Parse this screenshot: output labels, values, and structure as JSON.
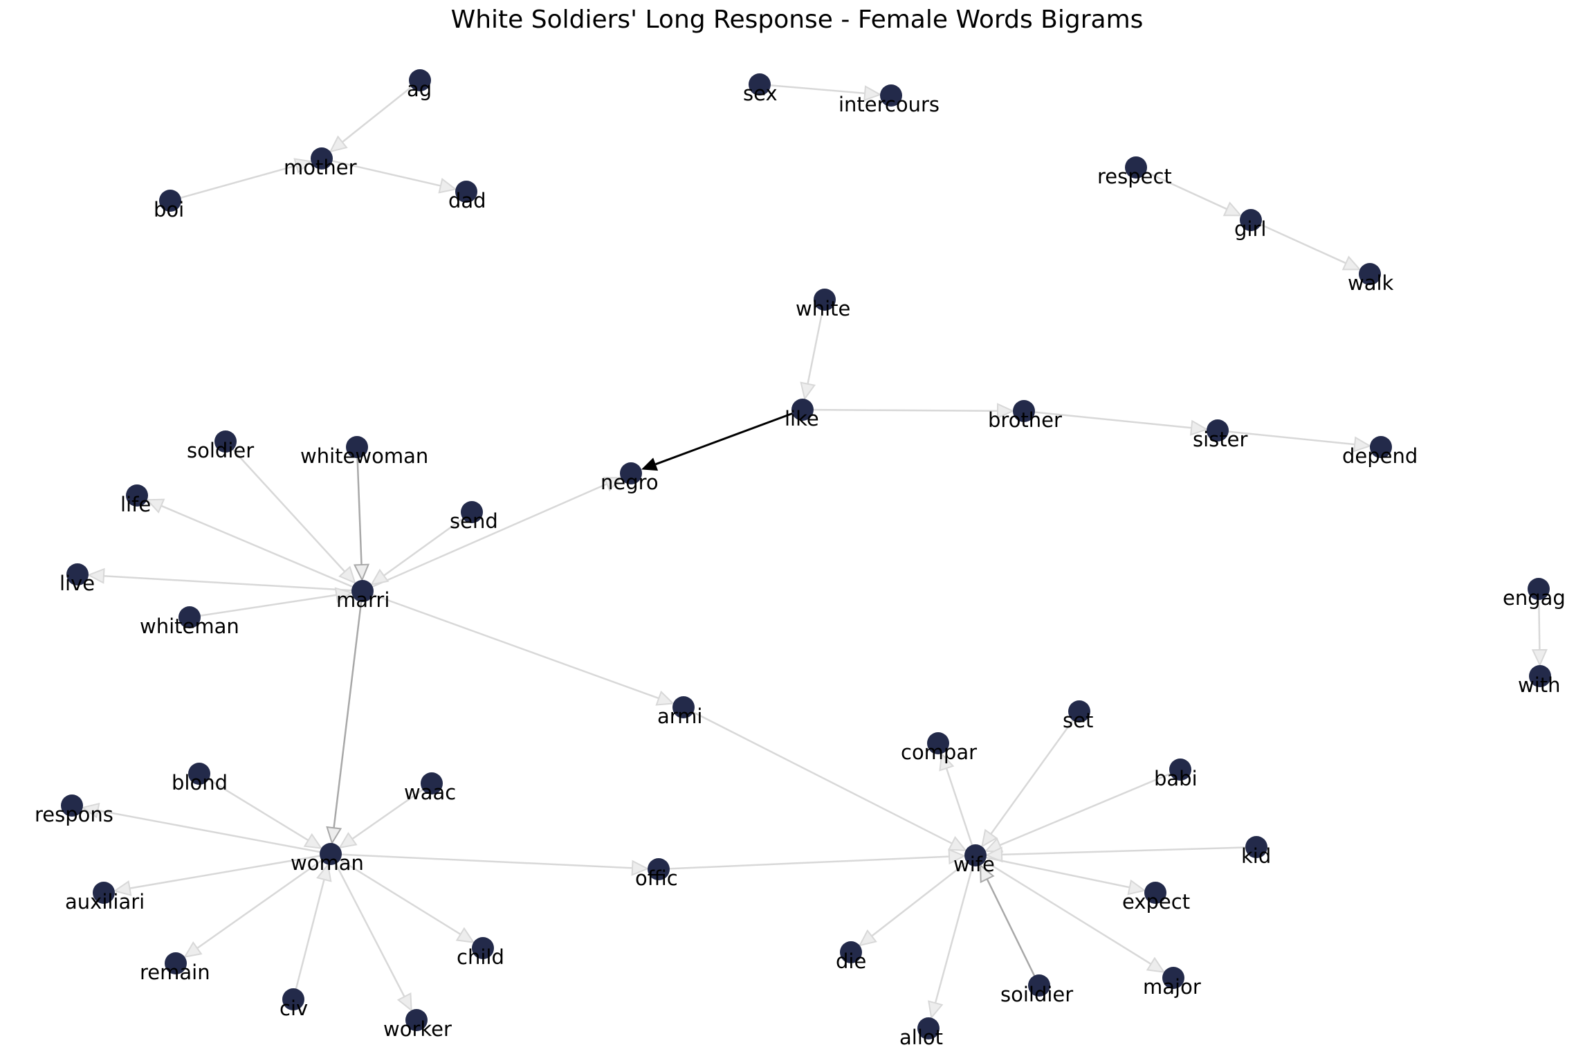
{
  "title": "White Soldiers' Long Response - Female Words Bigrams",
  "colors": {
    "node_fill": "#232a4a",
    "edge_light": "#d8d8d8",
    "edge_medium": "#a8a8a8",
    "edge_strong": "#000000",
    "label": "#000000",
    "background": "#ffffff"
  },
  "nodes": [
    {
      "id": "ag",
      "label": "ag"
    },
    {
      "id": "mother",
      "label": "mother"
    },
    {
      "id": "boi",
      "label": "boi"
    },
    {
      "id": "dad",
      "label": "dad"
    },
    {
      "id": "sex",
      "label": "sex"
    },
    {
      "id": "intercours",
      "label": "intercours"
    },
    {
      "id": "respect",
      "label": "respect"
    },
    {
      "id": "girl",
      "label": "girl"
    },
    {
      "id": "walk",
      "label": "walk"
    },
    {
      "id": "white",
      "label": "white"
    },
    {
      "id": "like",
      "label": "like"
    },
    {
      "id": "brother",
      "label": "brother"
    },
    {
      "id": "sister",
      "label": "sister"
    },
    {
      "id": "depend",
      "label": "depend"
    },
    {
      "id": "negro",
      "label": "negro"
    },
    {
      "id": "soldier",
      "label": "soldier"
    },
    {
      "id": "whitewoman",
      "label": "whitewoman"
    },
    {
      "id": "life",
      "label": "life"
    },
    {
      "id": "send",
      "label": "send"
    },
    {
      "id": "live",
      "label": "live"
    },
    {
      "id": "marri",
      "label": "marri"
    },
    {
      "id": "whiteman",
      "label": "whiteman"
    },
    {
      "id": "engag",
      "label": "engag"
    },
    {
      "id": "with",
      "label": "with"
    },
    {
      "id": "armi",
      "label": "armi"
    },
    {
      "id": "set",
      "label": "set"
    },
    {
      "id": "compar",
      "label": "compar"
    },
    {
      "id": "babi",
      "label": "babi"
    },
    {
      "id": "blond",
      "label": "blond"
    },
    {
      "id": "waac",
      "label": "waac"
    },
    {
      "id": "respons",
      "label": "respons"
    },
    {
      "id": "kid",
      "label": "kid"
    },
    {
      "id": "woman",
      "label": "woman"
    },
    {
      "id": "wife",
      "label": "wife"
    },
    {
      "id": "offic",
      "label": "offic"
    },
    {
      "id": "expect",
      "label": "expect"
    },
    {
      "id": "auxiliari",
      "label": "auxiliari"
    },
    {
      "id": "child",
      "label": "child"
    },
    {
      "id": "die",
      "label": "die"
    },
    {
      "id": "remain",
      "label": "remain"
    },
    {
      "id": "major",
      "label": "major"
    },
    {
      "id": "soildier",
      "label": "soildier"
    },
    {
      "id": "civ",
      "label": "civ"
    },
    {
      "id": "worker",
      "label": "worker"
    },
    {
      "id": "allot",
      "label": "allot"
    }
  ],
  "edges": [
    {
      "from": "ag",
      "to": "mother",
      "weight": "light"
    },
    {
      "from": "boi",
      "to": "mother",
      "weight": "light"
    },
    {
      "from": "mother",
      "to": "dad",
      "weight": "light"
    },
    {
      "from": "sex",
      "to": "intercours",
      "weight": "light"
    },
    {
      "from": "respect",
      "to": "girl",
      "weight": "light"
    },
    {
      "from": "girl",
      "to": "walk",
      "weight": "light"
    },
    {
      "from": "white",
      "to": "like",
      "weight": "light"
    },
    {
      "from": "like",
      "to": "brother",
      "weight": "light"
    },
    {
      "from": "brother",
      "to": "sister",
      "weight": "light"
    },
    {
      "from": "sister",
      "to": "depend",
      "weight": "light"
    },
    {
      "from": "like",
      "to": "negro",
      "weight": "strong"
    },
    {
      "from": "marri",
      "to": "negro",
      "weight": "light"
    },
    {
      "from": "soldier",
      "to": "marri",
      "weight": "light"
    },
    {
      "from": "whitewoman",
      "to": "marri",
      "weight": "medium"
    },
    {
      "from": "send",
      "to": "marri",
      "weight": "light"
    },
    {
      "from": "marri",
      "to": "life",
      "weight": "light"
    },
    {
      "from": "marri",
      "to": "live",
      "weight": "light"
    },
    {
      "from": "whiteman",
      "to": "marri",
      "weight": "light"
    },
    {
      "from": "marri",
      "to": "armi",
      "weight": "light"
    },
    {
      "from": "marri",
      "to": "woman",
      "weight": "medium"
    },
    {
      "from": "engag",
      "to": "with",
      "weight": "light"
    },
    {
      "from": "armi",
      "to": "wife",
      "weight": "light"
    },
    {
      "from": "blond",
      "to": "woman",
      "weight": "light"
    },
    {
      "from": "waac",
      "to": "woman",
      "weight": "light"
    },
    {
      "from": "woman",
      "to": "respons",
      "weight": "light"
    },
    {
      "from": "woman",
      "to": "auxiliari",
      "weight": "light"
    },
    {
      "from": "woman",
      "to": "remain",
      "weight": "light"
    },
    {
      "from": "civ",
      "to": "woman",
      "weight": "light"
    },
    {
      "from": "woman",
      "to": "worker",
      "weight": "light"
    },
    {
      "from": "woman",
      "to": "child",
      "weight": "light"
    },
    {
      "from": "woman",
      "to": "offic",
      "weight": "light"
    },
    {
      "from": "offic",
      "to": "wife",
      "weight": "light"
    },
    {
      "from": "wife",
      "to": "compar",
      "weight": "light"
    },
    {
      "from": "set",
      "to": "wife",
      "weight": "light"
    },
    {
      "from": "babi",
      "to": "wife",
      "weight": "light"
    },
    {
      "from": "kid",
      "to": "wife",
      "weight": "light"
    },
    {
      "from": "wife",
      "to": "expect",
      "weight": "light"
    },
    {
      "from": "wife",
      "to": "major",
      "weight": "light"
    },
    {
      "from": "soildier",
      "to": "wife",
      "weight": "medium"
    },
    {
      "from": "wife",
      "to": "allot",
      "weight": "light"
    },
    {
      "from": "wife",
      "to": "die",
      "weight": "light"
    }
  ]
}
